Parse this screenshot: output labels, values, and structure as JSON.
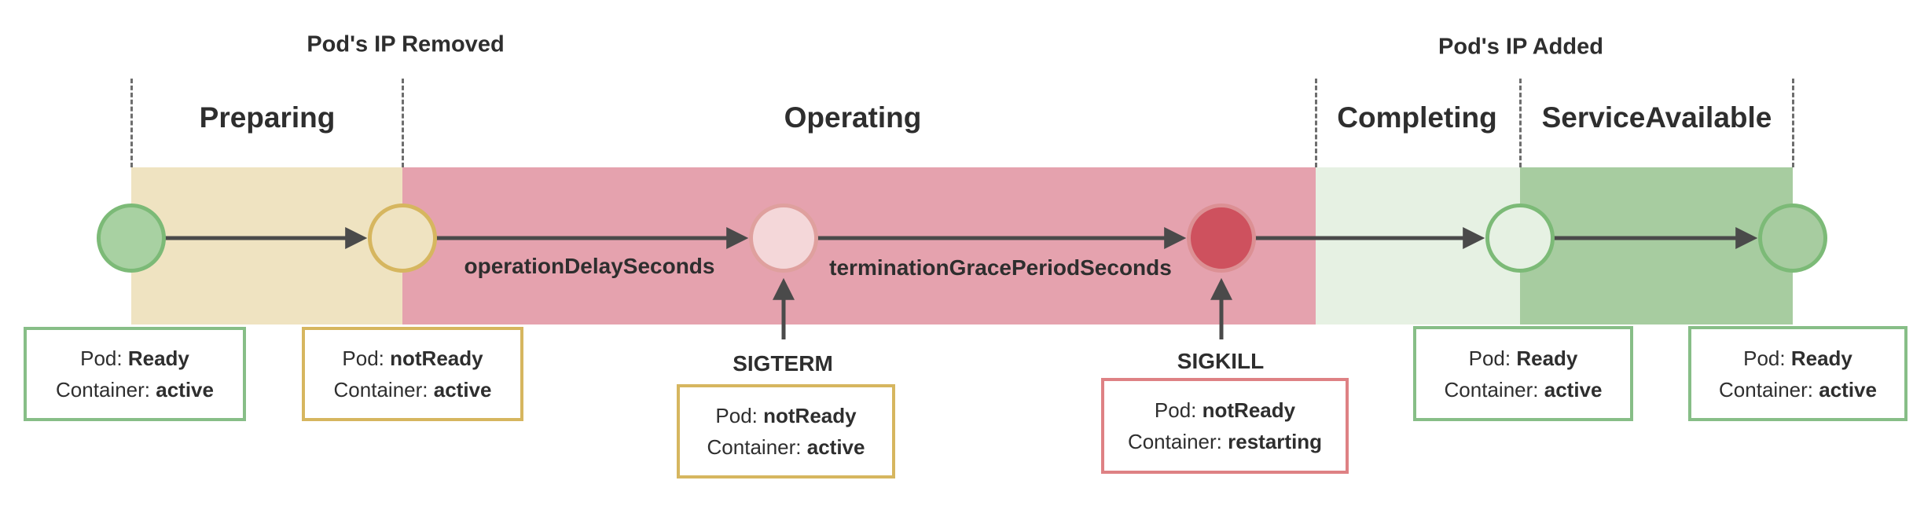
{
  "diagram": {
    "annotations": {
      "ip_removed": "Pod's IP Removed",
      "ip_added": "Pod's IP Added"
    },
    "phases": [
      {
        "label": "Preparing"
      },
      {
        "label": "Operating"
      },
      {
        "label": "Completing"
      },
      {
        "label": "ServiceAvailable"
      }
    ],
    "timers": [
      {
        "label": "operationDelaySeconds"
      },
      {
        "label": "terminationGracePeriodSeconds"
      }
    ],
    "signals": [
      {
        "label": "SIGTERM"
      },
      {
        "label": "SIGKILL"
      }
    ],
    "status_boxes": [
      {
        "pod_label": "Pod:",
        "pod_value": "Ready",
        "container_label": "Container:",
        "container_value": "active"
      },
      {
        "pod_label": "Pod:",
        "pod_value": "notReady",
        "container_label": "Container:",
        "container_value": "active"
      },
      {
        "pod_label": "Pod:",
        "pod_value": "notReady",
        "container_label": "Container:",
        "container_value": "active"
      },
      {
        "pod_label": "Pod:",
        "pod_value": "notReady",
        "container_label": "Container:",
        "container_value": "restarting"
      },
      {
        "pod_label": "Pod:",
        "pod_value": "Ready",
        "container_label": "Container:",
        "container_value": "active"
      },
      {
        "pod_label": "Pod:",
        "pod_value": "Ready",
        "container_label": "Container:",
        "container_value": "active"
      }
    ]
  },
  "colors": {
    "band-preparing": "#efe3c1",
    "band-operating": "#e5a2ae",
    "band-completing": "#e6f1e3",
    "band-serviceavailable": "#a7cca0",
    "node-green-fill": "#a8d1a2",
    "node-green-border": "#7cba77",
    "node-tan-border": "#d6b65f",
    "node-pink-fill": "#f4d7d9",
    "node-pink-border": "#dfa09e",
    "node-red-fill": "#ce515e",
    "node-red-border": "#dc9094",
    "box-green-border": "#87be87",
    "box-yellow-border": "#d6b65f",
    "box-red-border": "#de8184",
    "arrow": "#4a4a4a",
    "text": "#2e2e2e"
  }
}
